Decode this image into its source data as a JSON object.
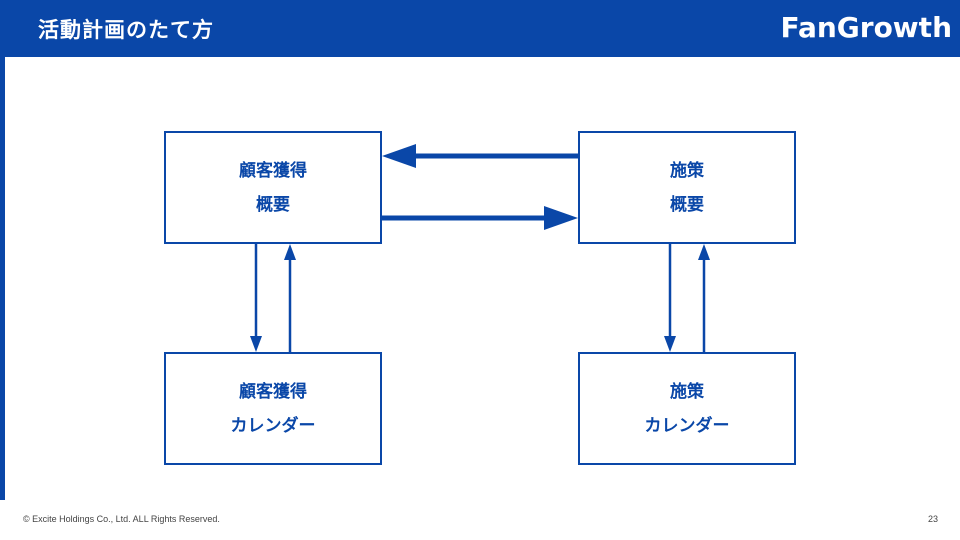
{
  "header": {
    "title": "活動計画のたて方",
    "logo": "FanGrowth"
  },
  "boxes": {
    "acquisition_overview": {
      "line1": "顧客獲得",
      "line2": "概要"
    },
    "measure_overview": {
      "line1": "施策",
      "line2": "概要"
    },
    "acquisition_calendar": {
      "line1": "顧客獲得",
      "line2": "カレンダー"
    },
    "measure_calendar": {
      "line1": "施策",
      "line2": "カレンダー"
    }
  },
  "footer": {
    "copyright": "© Excite Holdings Co., Ltd. ALL Rights Reserved.",
    "page_number": "23"
  },
  "colors": {
    "brand_blue": "#0a47a8",
    "background": "#ffffff"
  }
}
